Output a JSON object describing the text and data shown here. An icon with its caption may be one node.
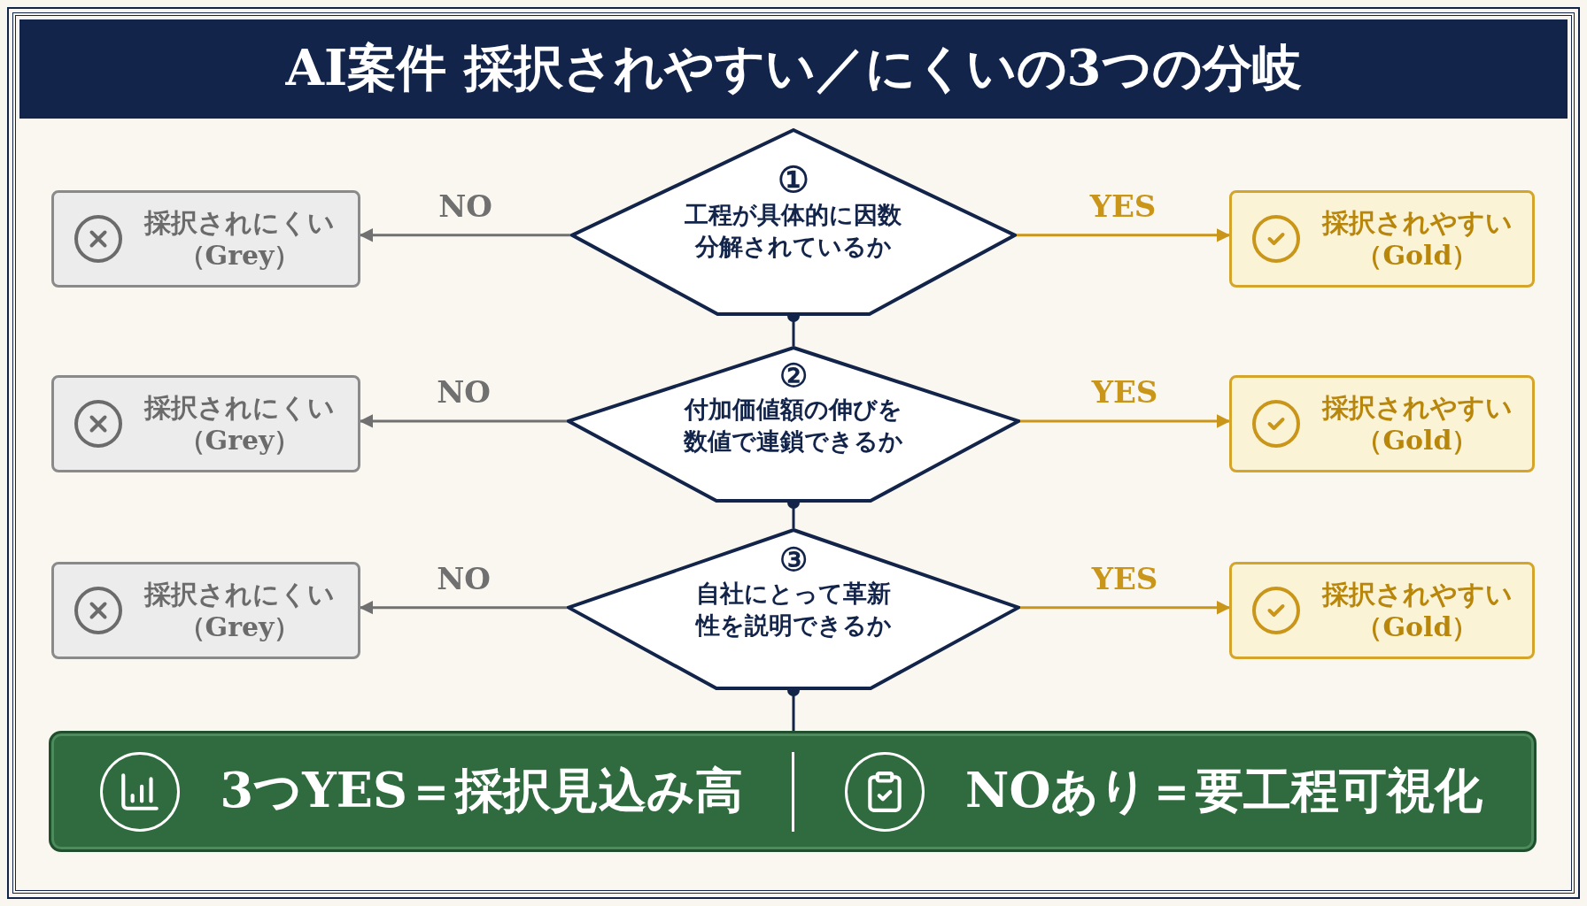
{
  "diagram": {
    "title": "AI案件 採択されやすい／にくいの3つの分岐",
    "nodes": [
      {
        "text": [
          "①",
          "工程が具体的に因数分解されているか"
        ]
      },
      {
        "text": [
          "採択されにくい",
          "（Grey）"
        ]
      },
      {
        "text": [
          "採択されやすい",
          "（Gold）"
        ]
      },
      {
        "text": [
          "②",
          "付加価値額の伸びを数値で連鎖できるか"
        ]
      },
      {
        "text": [
          "採択されにくい",
          "（Grey）"
        ]
      },
      {
        "text": [
          "採択されやすい",
          "（Gold）"
        ]
      },
      {
        "text": [
          "③",
          "自社にとって革新性を説明できるか"
        ]
      },
      {
        "text": [
          "採択されにくい",
          "（Grey）"
        ]
      },
      {
        "text": [
          "採択されやすい",
          "（Gold）"
        ]
      },
      {
        "text": [
          "3つYES＝採択見込み高",
          "NOあり＝要工程可視化"
        ]
      }
    ],
    "edges": [
      {
        "from": 0,
        "to": 1,
        "arrow": "to",
        "label": "NO",
        "color": "#707070"
      },
      {
        "from": 0,
        "to": 2,
        "arrow": "to",
        "label": "YES",
        "color": "#c9961a"
      },
      {
        "from": 0,
        "to": 3,
        "arrow": "other",
        "color": "#13244a"
      },
      {
        "from": 3,
        "to": 4,
        "arrow": "to",
        "label": "NO",
        "color": "#707070"
      },
      {
        "from": 3,
        "to": 5,
        "arrow": "to",
        "label": "YES",
        "color": "#c9961a"
      },
      {
        "from": 3,
        "to": 6,
        "arrow": "other",
        "color": "#13244a"
      },
      {
        "from": 6,
        "to": 7,
        "arrow": "to",
        "label": "NO",
        "color": "#707070"
      },
      {
        "from": 6,
        "to": 8,
        "arrow": "to",
        "label": "YES",
        "color": "#c9961a"
      },
      {
        "from": 6,
        "to": 9,
        "arrow": "other",
        "color": "#13244a"
      }
    ]
  }
}
